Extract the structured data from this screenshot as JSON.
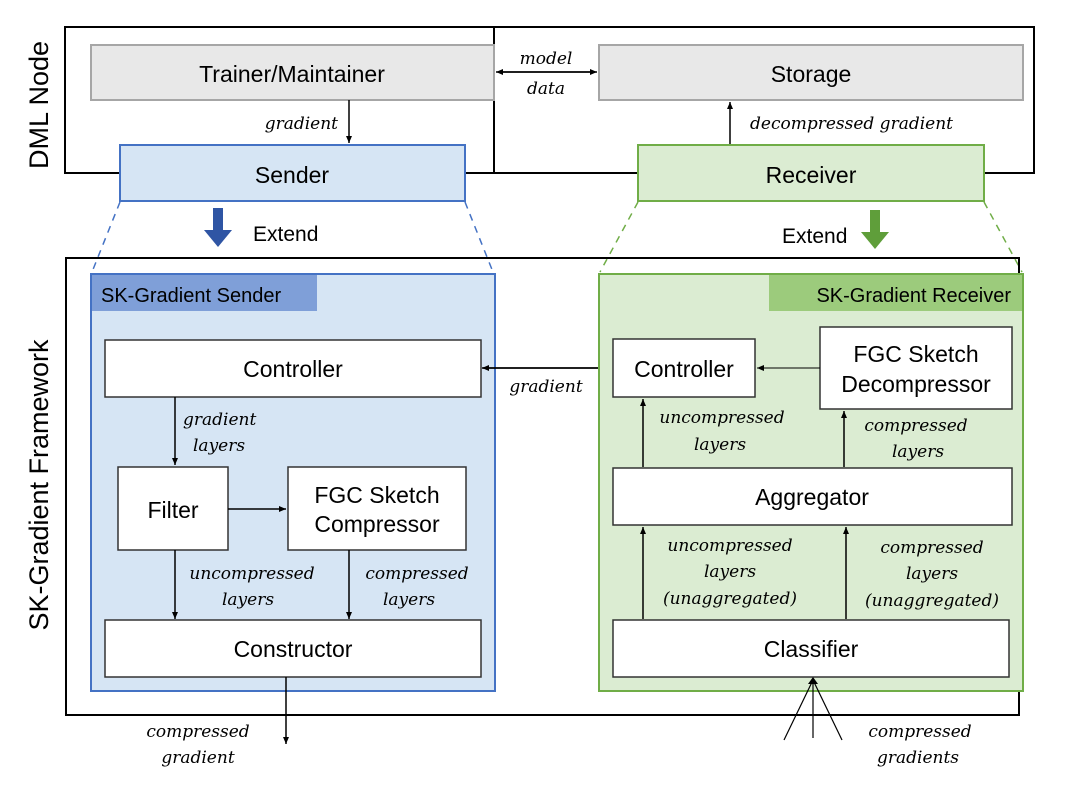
{
  "colors": {
    "sender_fill": "#d6e5f4",
    "sender_border": "#4472c4",
    "sender_header": "#7f9fd8",
    "sender_arrow": "#2f55a4",
    "receiver_fill": "#dbecd2",
    "receiver_border": "#70ad47",
    "receiver_header": "#9ccb7c",
    "receiver_arrow": "#5f9e3a",
    "gray_fill": "#e8e8e8",
    "gray_border": "#a6a6a6"
  },
  "sections": {
    "dml_node": "DML Node",
    "framework": "SK-Gradient Framework"
  },
  "dml": {
    "trainer": "Trainer/Maintainer",
    "storage": "Storage",
    "model_label": "model",
    "data_label": "data",
    "gradient_label": "gradient",
    "decompressed_label": "decompressed gradient",
    "sender": "Sender",
    "receiver": "Receiver",
    "extend_left": "Extend",
    "extend_right": "Extend"
  },
  "sender": {
    "title": "SK-Gradient Sender",
    "controller": "Controller",
    "gradient_layers": [
      "gradient",
      "layers"
    ],
    "filter": "Filter",
    "compressor": [
      "FGC Sketch",
      "Compressor"
    ],
    "uncompressed_layers": [
      "uncompressed",
      "layers"
    ],
    "compressed_layers": [
      "compressed",
      "layers"
    ],
    "constructor": "Constructor",
    "output": [
      "compressed",
      "gradient"
    ]
  },
  "link": {
    "gradient": "gradient"
  },
  "receiver": {
    "title": "SK-Gradient Receiver",
    "controller": "Controller",
    "decompressor": [
      "FGC Sketch",
      "Decompressor"
    ],
    "uncompressed_layers": [
      "uncompressed",
      "layers"
    ],
    "compressed_layers": [
      "compressed",
      "layers"
    ],
    "aggregator": "Aggregator",
    "uncompressed_unagg": [
      "uncompressed",
      "layers",
      "(unaggregated)"
    ],
    "compressed_unagg": [
      "compressed",
      "layers",
      "(unaggregated)"
    ],
    "classifier": "Classifier",
    "input": [
      "compressed",
      "gradients"
    ]
  }
}
